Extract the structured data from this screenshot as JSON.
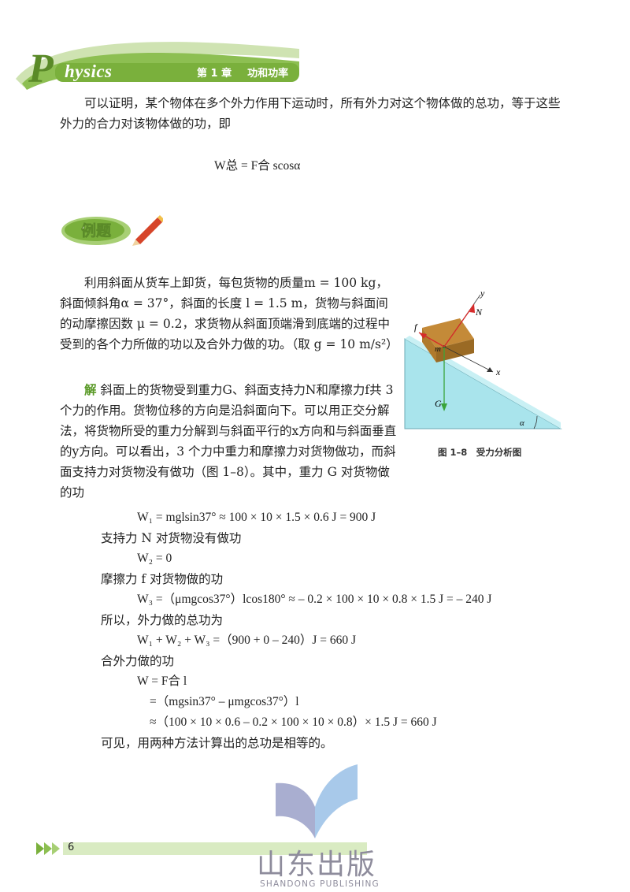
{
  "header": {
    "logo_p": "P",
    "logo_rest": "hysics",
    "chapter_num": "第 1 章",
    "chapter_title": "功和功率",
    "accent_color": "#6fa832"
  },
  "intro": {
    "text": "可以证明，某个物体在多个外力作用下运动时，所有外力对这个物体做的总功，等于这些外力的合力对该物体做的功，即",
    "formula": "W总 = F合 scosα"
  },
  "example_badge": "例题",
  "problem": {
    "text": "利用斜面从货车上卸货，每包货物的质量m = 100 kg，斜面倾斜角α = 37°，斜面的长度 l = 1.5 m，货物与斜面间的动摩擦因数 μ = 0.2，求货物从斜面顶端滑到底端的过程中受到的各个力所做的功以及合外力做的功。（取 g = 10 m/s²）"
  },
  "solution": {
    "label": "解",
    "text": "斜面上的货物受到重力G、斜面支持力N和摩擦力f共 3 个力的作用。货物位移的方向是沿斜面向下。可以用正交分解法，将货物所受的重力分解到与斜面平行的x方向和与斜面垂直的y方向。可以看出，3 个力中重力和摩擦力对货物做功，而斜面支持力对货物没有做功（图 1–8）。其中，重力 G 对货物做的功",
    "lines": [
      {
        "type": "eq",
        "text": "W₁ = mglsin37° ≈ 100 × 10 × 1.5 × 0.6 J = 900 J"
      },
      {
        "type": "text",
        "text": "支持力 N 对货物没有做功"
      },
      {
        "type": "eq",
        "text": "W₂ = 0"
      },
      {
        "type": "text",
        "text": "摩擦力 f 对货物做的功"
      },
      {
        "type": "eq",
        "text": "W₃ =（μmgcos37°）lcos180° ≈ – 0.2 × 100 × 10 × 0.8 × 1.5 J = – 240 J"
      },
      {
        "type": "text",
        "text": "所以，外力做的总功为"
      },
      {
        "type": "eq",
        "text": "W₁ + W₂ + W₃ =（900 + 0 – 240）J = 660 J"
      },
      {
        "type": "text",
        "text": "合外力做的功"
      },
      {
        "type": "eq",
        "text": "W = F合 l"
      },
      {
        "type": "eq2",
        "text": "=（mgsin37° – μmgcos37°）l"
      },
      {
        "type": "eq2",
        "text": "≈（100 × 10 × 0.6 – 0.2 × 100 × 10 × 0.8）× 1.5 J = 660 J"
      },
      {
        "type": "text",
        "text": "可见，用两种方法计算出的总功是相等的。"
      }
    ]
  },
  "figure": {
    "labels": {
      "y": "y",
      "N": "N",
      "f": "f",
      "m": "m",
      "x": "x",
      "G": "G",
      "alpha": "α"
    },
    "caption": "图 1–8　受力分析图",
    "colors": {
      "slope": "#a9e4ec",
      "box": "#b07a2c",
      "arrow_red": "#d62a2a",
      "arrow_green": "#3aa43a"
    }
  },
  "footer": {
    "page_number": "6",
    "publisher_cn": "山东出版",
    "publisher_en": "SHANDONG PUBLISHING"
  }
}
